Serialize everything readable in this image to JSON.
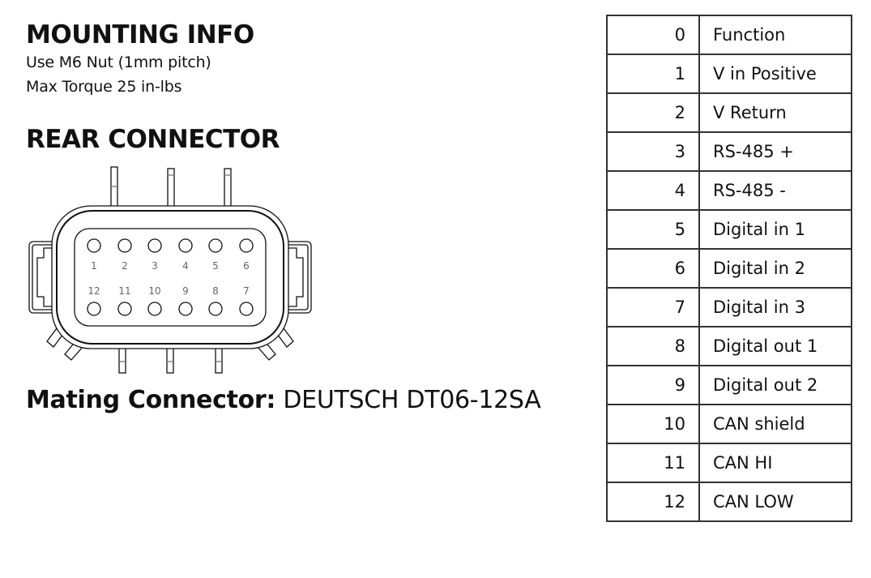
{
  "mounting": {
    "title": "MOUNTING INFO",
    "lines": [
      "Use M6 Nut (1mm pitch)",
      "Max Torque 25 in-lbs"
    ]
  },
  "rear_connector": {
    "title": "REAR CONNECTOR",
    "pin_labels_top": [
      "1",
      "2",
      "3",
      "4",
      "5",
      "6"
    ],
    "pin_labels_bottom": [
      "12",
      "11",
      "10",
      "9",
      "8",
      "7"
    ]
  },
  "mating_connector": {
    "label": "Mating Connector:",
    "value": "DEUTSCH DT06-12SA"
  },
  "pin_table": {
    "rows": [
      {
        "pin": "0",
        "function": "Function"
      },
      {
        "pin": "1",
        "function": "V in Positive"
      },
      {
        "pin": "2",
        "function": "V Return"
      },
      {
        "pin": "3",
        "function": "RS-485 +"
      },
      {
        "pin": "4",
        "function": "RS-485 -"
      },
      {
        "pin": "5",
        "function": "Digital in 1"
      },
      {
        "pin": "6",
        "function": "Digital in 2"
      },
      {
        "pin": "7",
        "function": "Digital in 3"
      },
      {
        "pin": "8",
        "function": "Digital out 1"
      },
      {
        "pin": "9",
        "function": "Digital out 2"
      },
      {
        "pin": "10",
        "function": "CAN shield"
      },
      {
        "pin": "11",
        "function": "CAN HI"
      },
      {
        "pin": "12",
        "function": "CAN LOW"
      }
    ]
  }
}
